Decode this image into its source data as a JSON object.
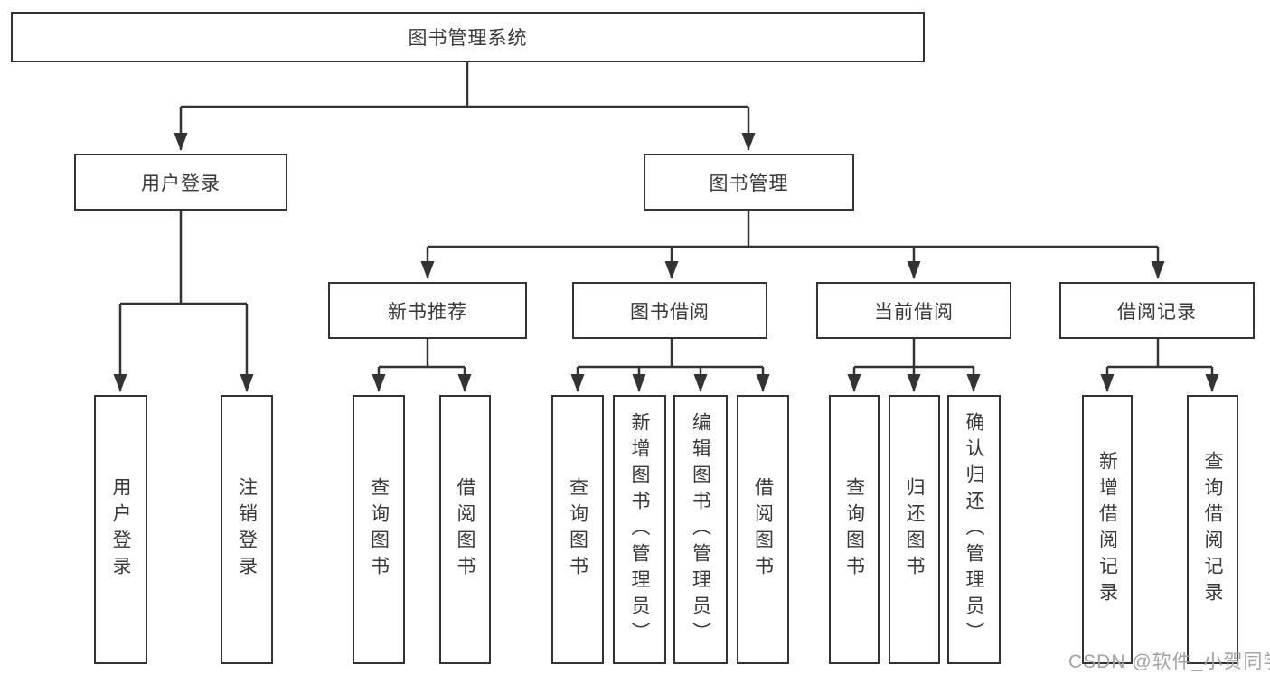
{
  "tree": {
    "root": "图书管理系统",
    "l2": [
      "用户登录",
      "图书管理"
    ],
    "l3": [
      "新书推荐",
      "图书借阅",
      "当前借阅",
      "借阅记录"
    ],
    "leaves": {
      "user_login": [
        "用户登录",
        "注销登录"
      ],
      "new_book": [
        "查询图书",
        "借阅图书"
      ],
      "borrow": [
        "查询图书",
        "新增图书（管理员）",
        "编辑图书（管理员）",
        "借阅图书"
      ],
      "current": [
        "查询图书",
        "归还图书",
        "确认归还（管理员）"
      ],
      "records": [
        "新增借阅记录",
        "查询借阅记录"
      ]
    }
  },
  "watermark": "CSDN @软件_小贺同学",
  "colors": {
    "line": "#333333",
    "text": "#383838",
    "background": "#ffffff",
    "watermark": "#9e9e9e"
  }
}
